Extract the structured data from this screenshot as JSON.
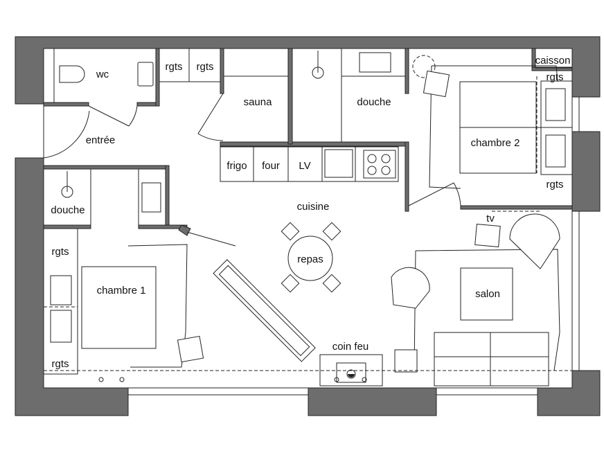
{
  "plan": {
    "rooms": {
      "wc": "wc",
      "rgts_1": "rgts",
      "rgts_2": "rgts",
      "sauna": "sauna",
      "douche_2": "douche",
      "caisson": "caisson",
      "rgts_ch2_top": "rgts",
      "chambre_2": "chambre 2",
      "rgts_ch2_bottom": "rgts",
      "entree": "entrée",
      "frigo": "frigo",
      "four": "four",
      "lv": "LV",
      "douche_1": "douche",
      "cuisine": "cuisine",
      "tv": "tv",
      "rgts_ch1_top": "rgts",
      "repas": "repas",
      "chambre_1": "chambre 1",
      "salon": "salon",
      "rgts_ch1_bottom": "rgts",
      "coin_feu": "coin feu"
    }
  }
}
